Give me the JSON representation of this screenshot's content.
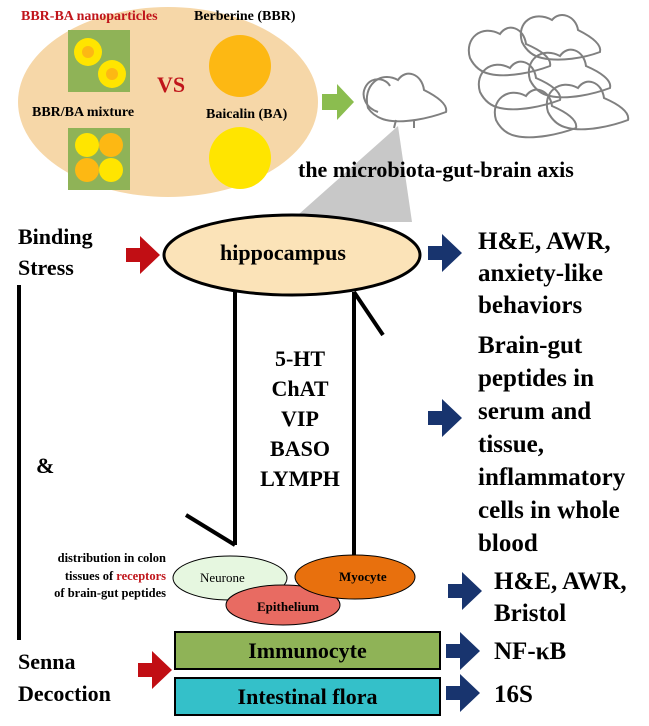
{
  "top_panel": {
    "nanoparticles_label": "BBR-BA nanoparticles",
    "mixture_label": "BBR/BA mixture",
    "vs_label": "VS",
    "berberine_label": "Berberine (BBR)",
    "baicalin_label": "Baicalin (BA)"
  },
  "axis_label": "the microbiota-gut-brain axis",
  "left": {
    "binding_stress": [
      "Binding",
      "Stress"
    ],
    "ampersand": "&",
    "senna_decoction": [
      "Senna",
      "Decoction"
    ]
  },
  "hippocampus_label": "hippocampus",
  "markers": [
    "5-HT",
    "ChAT",
    "VIP",
    "BASO",
    "LYMPH"
  ],
  "outcomes": {
    "hippocampus": [
      "H&E, AWR,",
      "anxiety-like",
      "behaviors"
    ],
    "serum": [
      "Brain-gut",
      "peptides in",
      "serum and",
      "tissue,",
      "inflammatory",
      "cells in whole",
      "blood"
    ],
    "colon": [
      "H&E, AWR,",
      "Bristol"
    ],
    "immunocyte": "NF-κB",
    "flora": "16S"
  },
  "colon": {
    "caption_prefix": "distribution in colon",
    "caption_mid_before": "tissues of ",
    "caption_highlight": "receptors",
    "caption_suffix": "of brain-gut peptides",
    "neurone": "Neurone",
    "myocyte": "Myocyte",
    "epithelium": "Epithelium"
  },
  "bars": {
    "immunocyte": "Immunocyte",
    "flora": "Intestinal flora"
  },
  "colors": {
    "panel": "#f6d7a8",
    "square": "#8fb357",
    "particle_yellow": "#ffe500",
    "particle_orange": "#fdb813",
    "hippocampus_fill": "#fbe3b8",
    "neurone_fill": "#e6f7e0",
    "myocyte_fill": "#e8700d",
    "epithelium_fill": "#e86b62",
    "immunocyte_fill": "#8fb357",
    "flora_fill": "#34c0c9",
    "arrow_green": "#8bbd4f",
    "arrow_red": "#c10e14",
    "arrow_navy": "#18346e"
  }
}
